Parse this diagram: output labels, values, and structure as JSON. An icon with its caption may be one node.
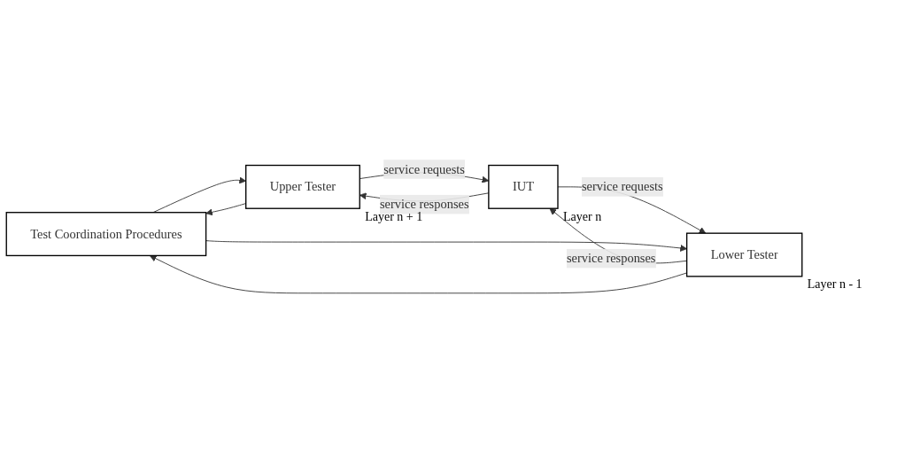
{
  "diagram": {
    "nodes": [
      {
        "text": [
          "Test Coordination Procedures"
        ]
      },
      {
        "text": [
          "Upper Tester"
        ],
        "beside": [
          "Layer n + 1"
        ]
      },
      {
        "text": [
          "IUT"
        ],
        "beside": [
          "Layer n"
        ]
      },
      {
        "text": [
          "Lower Tester"
        ],
        "beside": [
          "Layer n - 1"
        ]
      }
    ],
    "edges": [
      {
        "from": 1,
        "to": 0,
        "arrow": "to"
      },
      {
        "from": 0,
        "to": 1,
        "arrow": "to"
      },
      {
        "from": 1,
        "to": 2,
        "arrow": "to",
        "label": "service requests"
      },
      {
        "from": 2,
        "to": 1,
        "arrow": "to",
        "label": "service responses"
      },
      {
        "from": 2,
        "to": 3,
        "arrow": "to",
        "label": "service requests"
      },
      {
        "from": 3,
        "to": 2,
        "arrow": "to",
        "label": "service responses"
      },
      {
        "from": 3,
        "to": 0,
        "arrow": "to"
      },
      {
        "from": 0,
        "to": 3,
        "arrow": "to"
      }
    ]
  }
}
